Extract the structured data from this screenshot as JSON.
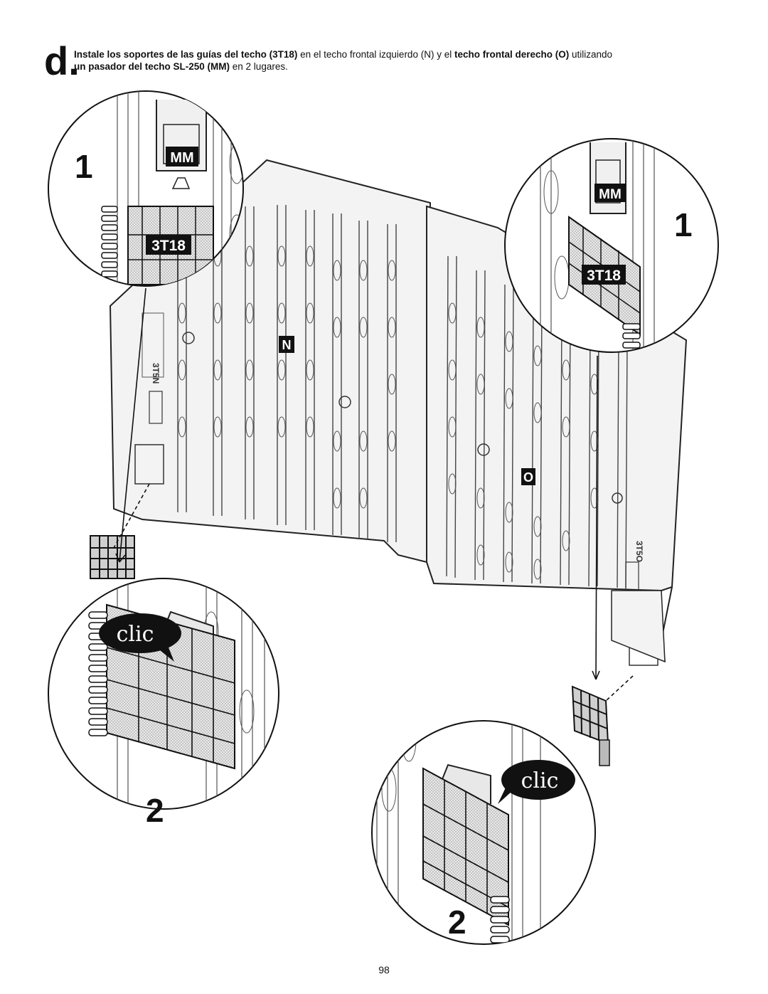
{
  "step": {
    "letter": "d.",
    "line1_part1": "Instale los soportes de las guías del techo (3T18)",
    "line1_part2": " en el techo frontal izquierdo (N)",
    "line1_part3": " y el ",
    "line1_part4": "techo frontal derecho (O)",
    "line1_part5": " utilizando",
    "line2_part1": "un pasador del techo SL-250 (MM)",
    "line2_part2": " en 2 lugares."
  },
  "labels": {
    "panel_left": "N",
    "panel_right": "O",
    "part_pin": "MM",
    "part_bracket": "3T18",
    "embossed_left": "3T5N",
    "embossed_right": "3T5O"
  },
  "callouts": {
    "step1": "1",
    "step2": "2",
    "click": "clic"
  },
  "page_number": "98"
}
